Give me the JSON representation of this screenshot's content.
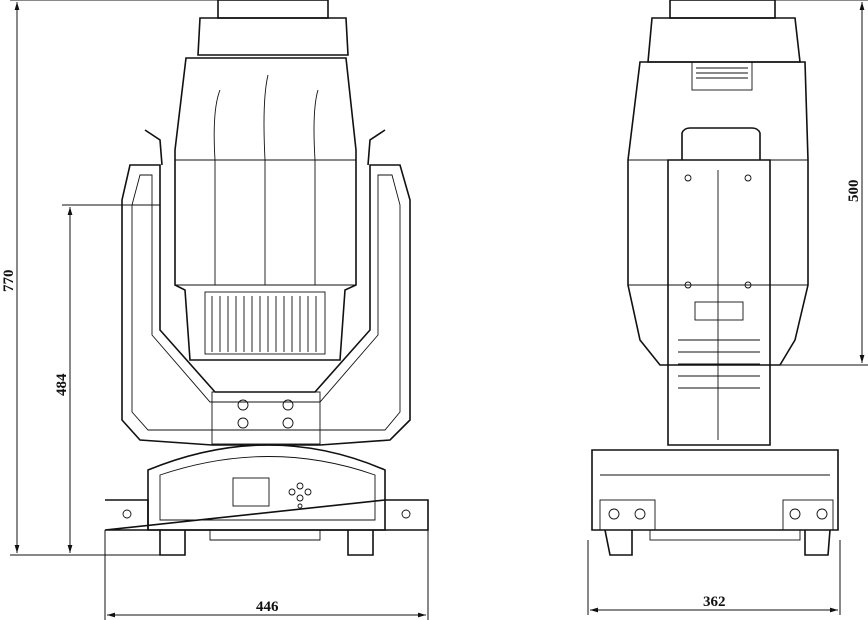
{
  "drawing": {
    "front_view": {
      "height_total": "770",
      "height_to_tilt_axis": "484",
      "width": "446"
    },
    "side_view": {
      "width": "362",
      "head_height": "500"
    }
  }
}
